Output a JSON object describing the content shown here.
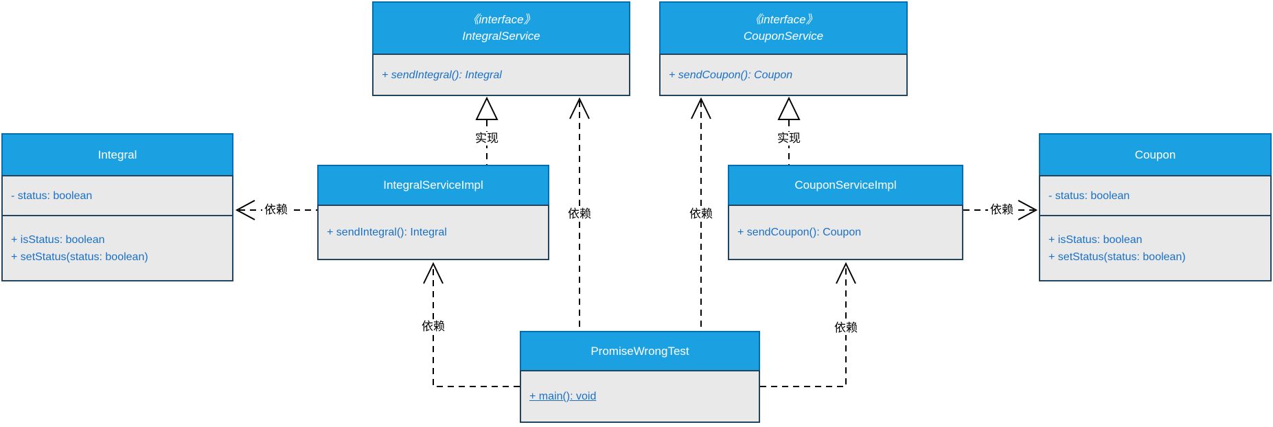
{
  "diagram_type": "uml-class-diagram",
  "colors": {
    "title_fill": "#1ba1e2",
    "title_border": "#006eaf",
    "body_fill": "#e9e9e9",
    "body_border": "#23445d",
    "member_text": "#1a70c4",
    "title_text": "#ffffff",
    "edge_stroke": "#000000",
    "background": "#ffffff"
  },
  "classes": {
    "integralService": {
      "stereotype": "《interface》",
      "name": "IntegralService",
      "methods": [
        "+ sendIntegral(): Integral"
      ]
    },
    "couponService": {
      "stereotype": "《interface》",
      "name": "CouponService",
      "methods": [
        "+ sendCoupon(): Coupon"
      ]
    },
    "integral": {
      "name": "Integral",
      "attributes": [
        "- status: boolean"
      ],
      "methods": [
        "+ isStatus: boolean",
        "+ setStatus(status: boolean)"
      ]
    },
    "coupon": {
      "name": "Coupon",
      "attributes": [
        "- status: boolean"
      ],
      "methods": [
        "+ isStatus: boolean",
        "+ setStatus(status: boolean)"
      ]
    },
    "integralServiceImpl": {
      "name": "IntegralServiceImpl",
      "methods": [
        "+ sendIntegral(): Integral"
      ]
    },
    "couponServiceImpl": {
      "name": "CouponServiceImpl",
      "methods": [
        "+ sendCoupon(): Coupon"
      ]
    },
    "promiseWrongTest": {
      "name": "PromiseWrongTest",
      "methods": [
        "+ main(): void"
      ]
    }
  },
  "edges": {
    "realizeIntegral": {
      "type": "realization",
      "label": "实现",
      "from": "IntegralServiceImpl",
      "to": "IntegralService"
    },
    "realizeCoupon": {
      "type": "realization",
      "label": "实现",
      "from": "CouponServiceImpl",
      "to": "CouponService"
    },
    "depTestIntegralService": {
      "type": "dependency",
      "label": "依赖",
      "from": "PromiseWrongTest",
      "to": "IntegralService"
    },
    "depTestCouponService": {
      "type": "dependency",
      "label": "依赖",
      "from": "PromiseWrongTest",
      "to": "CouponService"
    },
    "depImplIntegral": {
      "type": "dependency",
      "label": "依赖",
      "from": "IntegralServiceImpl",
      "to": "Integral"
    },
    "depImplCoupon": {
      "type": "dependency",
      "label": "依赖",
      "from": "CouponServiceImpl",
      "to": "Coupon"
    },
    "depTestIntegralImpl": {
      "type": "dependency",
      "label": "依赖",
      "from": "PromiseWrongTest",
      "to": "IntegralServiceImpl"
    },
    "depTestCouponImpl": {
      "type": "dependency",
      "label": "依赖",
      "from": "PromiseWrongTest",
      "to": "CouponServiceImpl"
    }
  }
}
